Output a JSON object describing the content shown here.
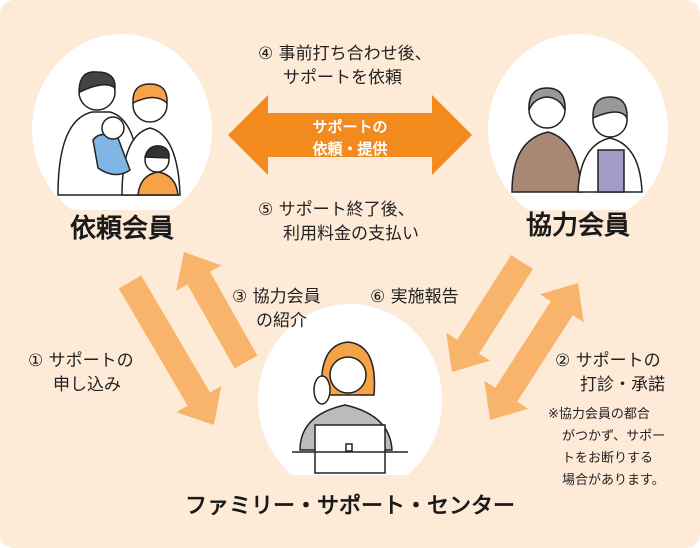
{
  "colors": {
    "background": "#fdebd8",
    "main_arrow": "#f28a1e",
    "flow_arrow": "#f9b46c",
    "circle": "#ffffff"
  },
  "step4": {
    "line1": "④ 事前打ち合わせ後、",
    "line2": "サポートを依頼"
  },
  "center_arrow": {
    "line1": "サポートの",
    "line2": "依頼・提供"
  },
  "step5": {
    "line1": "⑤ サポート終了後、",
    "line2": "利用料金の支払い"
  },
  "requester": {
    "label": "依頼会員"
  },
  "helper": {
    "label": "協力会員"
  },
  "step3": {
    "line1": "③ 協力会員",
    "line2": "の紹介"
  },
  "step6": {
    "line1": "⑥ 実施報告"
  },
  "step1": {
    "line1": "① サポートの",
    "line2": "申し込み"
  },
  "step2": {
    "line1": "② サポートの",
    "line2": "打診・承諾"
  },
  "note": {
    "line1": "※協力会員の都合",
    "line2": "がつかず、サポー",
    "line3": "トをお断りする",
    "line4": "場合があります。"
  },
  "center": {
    "label": "ファミリー・サポート・センター"
  }
}
